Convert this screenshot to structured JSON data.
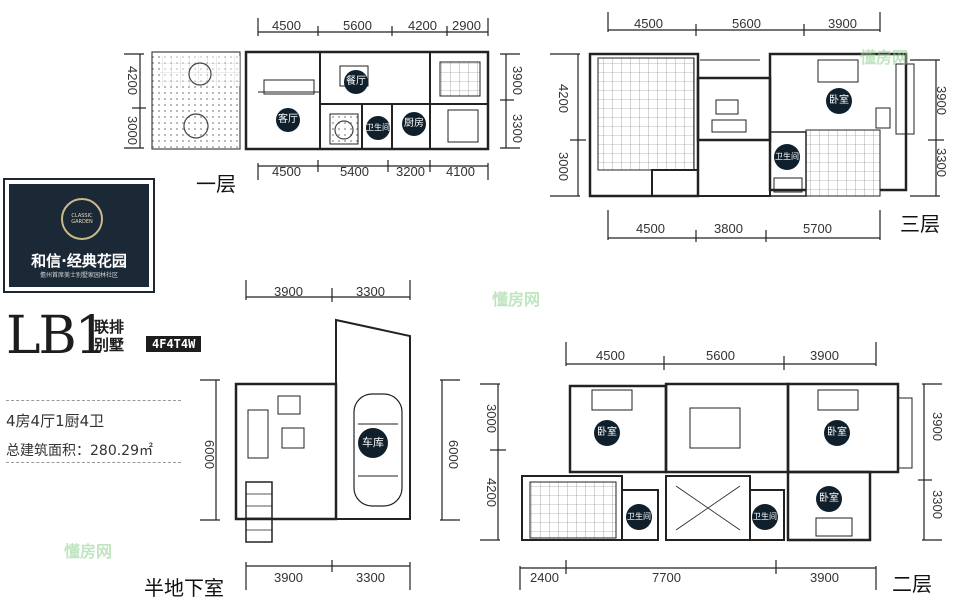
{
  "brand": {
    "emblem_text": "CLASSIC GARDEN",
    "name": "和信·经典花园",
    "tagline": "儋州首席美士别墅家园林社区"
  },
  "unit": {
    "code": "LB1",
    "type_line1": "联排",
    "type_line2": "别墅",
    "model": "4F4T4W",
    "rooms": "4房4厅1厨4卫",
    "area": "总建筑面积：280.29㎡"
  },
  "watermark": "懂房网",
  "floors": {
    "first": {
      "label": "一层",
      "top_dims": [
        "4500",
        "5600",
        "4200",
        "2900"
      ],
      "bottom_dims": [
        "4500",
        "5400",
        "3200",
        "4100"
      ],
      "left_dims": [
        "4200",
        "3000"
      ],
      "right_dims": [
        "3900",
        "3300"
      ],
      "rooms": [
        "客厅",
        "餐厅",
        "卫生间",
        "厨房"
      ]
    },
    "third": {
      "label": "三层",
      "top_dims": [
        "4500",
        "5600",
        "3900"
      ],
      "bottom_dims": [
        "4500",
        "3800",
        "5700"
      ],
      "left_dims": [
        "4200",
        "3000"
      ],
      "right_dims": [
        "3900",
        "3300"
      ],
      "rooms": [
        "卧室",
        "卫生间"
      ]
    },
    "basement": {
      "label": "半地下室",
      "top_dims": [
        "3900",
        "3300"
      ],
      "bottom_dims": [
        "3900",
        "3300"
      ],
      "left_dims": [
        "6000"
      ],
      "right_dims": [
        "6000"
      ],
      "rooms": [
        "车库"
      ]
    },
    "second": {
      "label": "二层",
      "top_dims": [
        "4500",
        "5600",
        "3900"
      ],
      "bottom_dims": [
        "2400",
        "7700",
        "3900"
      ],
      "left_dims": [
        "3000",
        "4200"
      ],
      "right_dims": [
        "3900",
        "3300"
      ],
      "rooms": [
        "卧室",
        "卧室",
        "卧室",
        "卫生间",
        "卫生间"
      ]
    }
  }
}
